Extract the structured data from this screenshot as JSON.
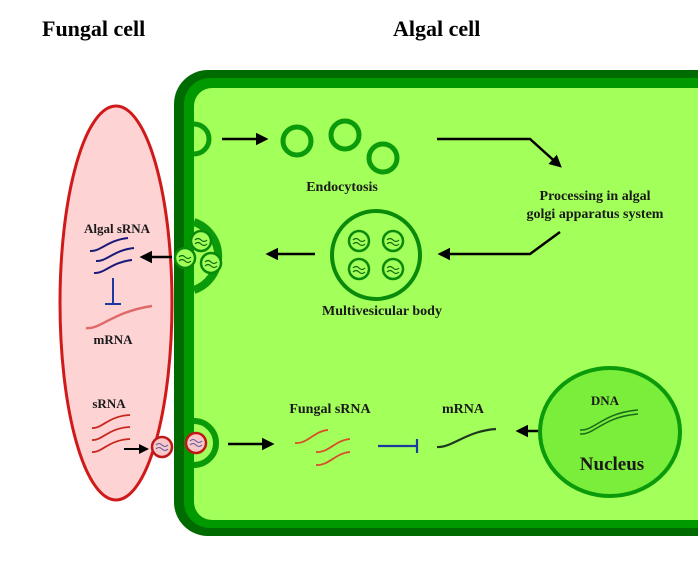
{
  "titles": {
    "fungal_cell": "Fungal cell",
    "algal_cell": "Algal cell"
  },
  "labels": {
    "endocytosis": "Endocytosis",
    "processing_line1": "Processing in algal",
    "processing_line2": "golgi apparatus system",
    "multivesicular_body": "Multivesicular body",
    "algal_srna": "Algal sRNA",
    "fungal_mrna": "mRNA",
    "fungal_srna_in_fungus": "sRNA",
    "fungal_srna_in_alga": "Fungal sRNA",
    "algal_mrna": "mRNA",
    "dna": "DNA",
    "nucleus": "Nucleus"
  },
  "colors": {
    "algal_wall_outer": "#006b00",
    "algal_wall_inner": "#009a00",
    "algal_cytoplasm": "#a3ff5a",
    "vesicle_stroke": "#0a9a0a",
    "fungal_fill": "#fdd3d3",
    "fungal_stroke": "#d01a1a",
    "algal_srna": "#1a1a7a",
    "fungal_mrna": "#e06a6a",
    "fungal_srna": "#c8281e",
    "fungal_srna_in_alga": "#e0781e",
    "algal_mrna": "#1e5a1e",
    "inhibit_blue": "#1a3aa0",
    "arrow": "#000000"
  }
}
